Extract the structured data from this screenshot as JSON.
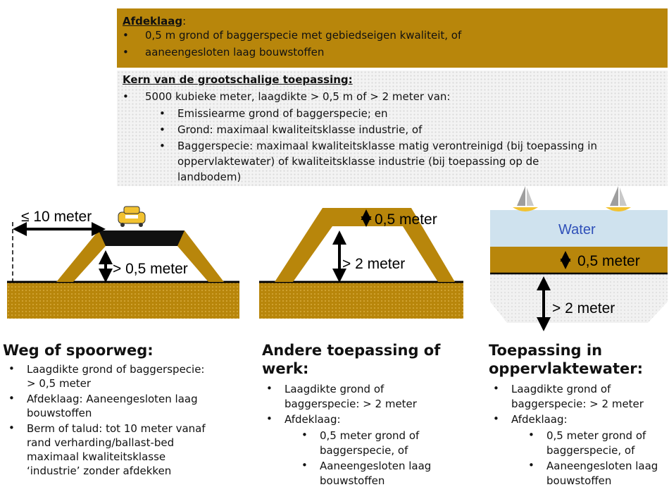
{
  "top_box": {
    "afdeklaag": {
      "title": "Afdeklaag",
      "colon": ":",
      "items": [
        "0,5 m grond of baggerspecie met gebiedseigen kwaliteit, of",
        "aaneengesloten laag bouwstoffen"
      ]
    },
    "kern": {
      "title": "Kern van de grootschalige toepassing:",
      "item": "5000 kubieke meter, laagdikte > 0,5 m of > 2 meter van:",
      "subitems": [
        "Emissiearme grond of baggerspecie; en",
        "Grond: maximaal kwaliteitsklasse industrie, of",
        "Baggerspecie: maximaal kwaliteitsklasse matig verontreinigd (bij toepassing in",
        "oppervlaktewater) of kwaliteitsklasse industrie (bij toepassing op de",
        "landbodem)"
      ]
    }
  },
  "diagrams": {
    "road": {
      "distance_label": "≤ 10 meter",
      "thickness_label": "> 0,5 meter"
    },
    "other": {
      "top_label": "0,5 meter",
      "height_label": "> 2 meter"
    },
    "water": {
      "water_label": "Water",
      "layer_label": "0,5 meter",
      "depth_label": "> 2 meter"
    }
  },
  "columns": {
    "road": {
      "title": "Weg of spoorweg:",
      "items": [
        "Laagdikte grond of baggerspecie:",
        "> 0,5 meter",
        "Afdeklaag: Aaneengesloten laag",
        "bouwstoffen",
        "Berm of talud: tot 10 meter vanaf",
        "rand verharding/ballast-bed",
        "maximaal kwaliteitsklasse",
        "‘industrie’ zonder afdekken"
      ]
    },
    "other": {
      "title_1": "Andere toepassing of",
      "title_2": "werk:",
      "items": [
        "Laagdikte grond of",
        "baggerspecie: > 2 meter",
        "Afdeklaag:",
        "0,5 meter grond of",
        "baggerspecie, of",
        "Aaneengesloten laag",
        "bouwstoffen"
      ]
    },
    "water": {
      "title_1": "Toepassing in",
      "title_2": "oppervlaktewater:",
      "items": [
        "Laagdikte grond of",
        "baggerspecie: > 2 meter",
        "Afdeklaag:",
        "0,5 meter grond of",
        "baggerspecie, of",
        "Aaneengesloten laag",
        "bouwstoffen"
      ]
    }
  },
  "colors": {
    "gold": "#b8860b",
    "water": "#cfe2ee",
    "water_text": "#2e4fb8"
  }
}
